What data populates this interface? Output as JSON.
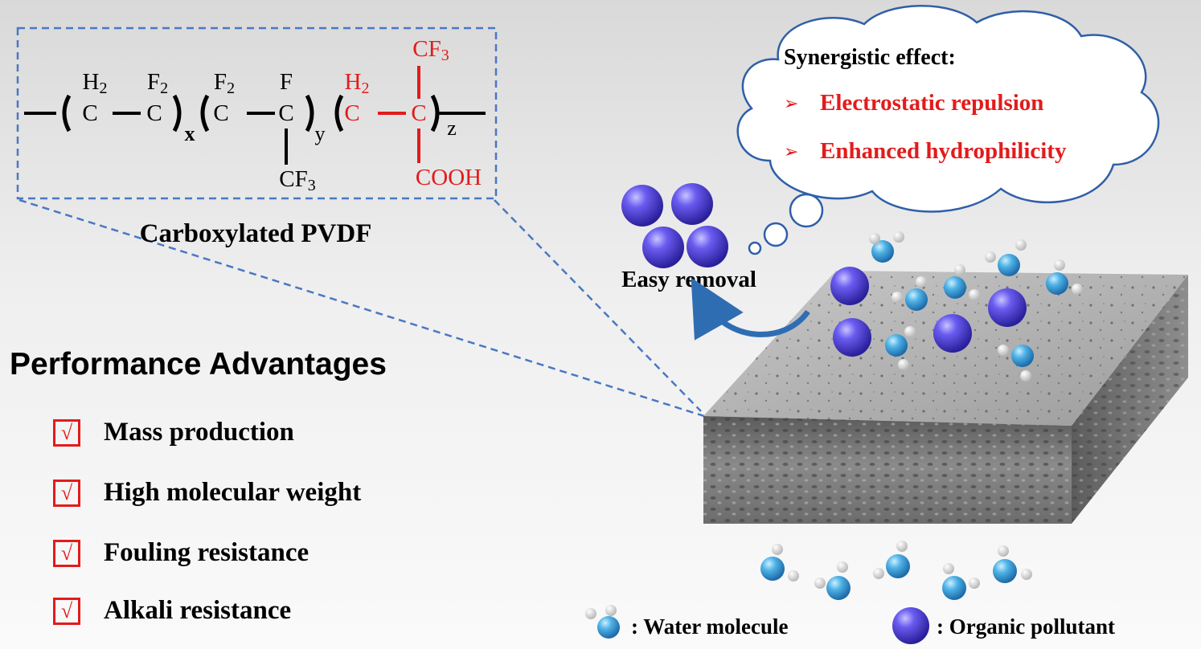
{
  "formula": {
    "h2_main": "H",
    "sub_2": "2",
    "f2_main": "F",
    "f_main": "F",
    "c": "C",
    "cf_main": "CF",
    "sub_3": "3",
    "cooh": "COOH",
    "sub_x": "x",
    "sub_y": "y",
    "sub_z": "z",
    "caption": "Carboxylated PVDF"
  },
  "thought": {
    "title": "Synergistic effect:",
    "bullet": "➢",
    "items": [
      "Electrostatic repulsion",
      "Enhanced hydrophilicity"
    ]
  },
  "easy_removal": "Easy removal",
  "advantages": {
    "title": "Performance Advantages",
    "check": "√",
    "items": [
      "Mass production",
      "High molecular weight",
      "Fouling resistance",
      "Alkali resistance"
    ]
  },
  "legend": {
    "water": ": Water molecule",
    "pollutant": ": Organic pollutant"
  },
  "colors": {
    "highlight": "#e31b1b",
    "dash": "#4a78c2",
    "pollutant": "#4b3dd6",
    "water": "#3a9fd8",
    "arrow": "#2f6db3"
  }
}
